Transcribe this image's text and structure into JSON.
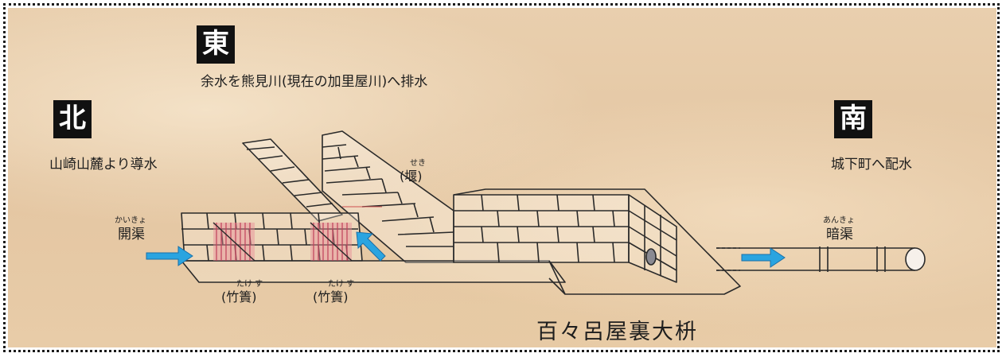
{
  "labels": {
    "east_badge": "東",
    "east_caption": "余水を熊見川(現在の加里屋川)へ排水",
    "north_badge": "北",
    "north_caption": "山崎山麓より導水",
    "south_badge": "南",
    "south_caption": "城下町へ配水",
    "weir": "(堰)",
    "weir_ruby": "せき",
    "open_channel": "開渠",
    "open_channel_ruby": "かいきょ",
    "culvert": "暗渠",
    "culvert_ruby": "あんきょ",
    "bamboo_screen_1": "(竹簀)",
    "bamboo_screen_1_ruby": "たけ す",
    "bamboo_screen_2": "(竹簀)",
    "bamboo_screen_2_ruby": "たけ す",
    "title": "百々呂屋裏大枡"
  },
  "colors": {
    "background": "#e6c9a5",
    "flow_arrow": "#2aa4e0",
    "screen_hatch": "#c0405a",
    "ink": "#1e1e1e"
  }
}
